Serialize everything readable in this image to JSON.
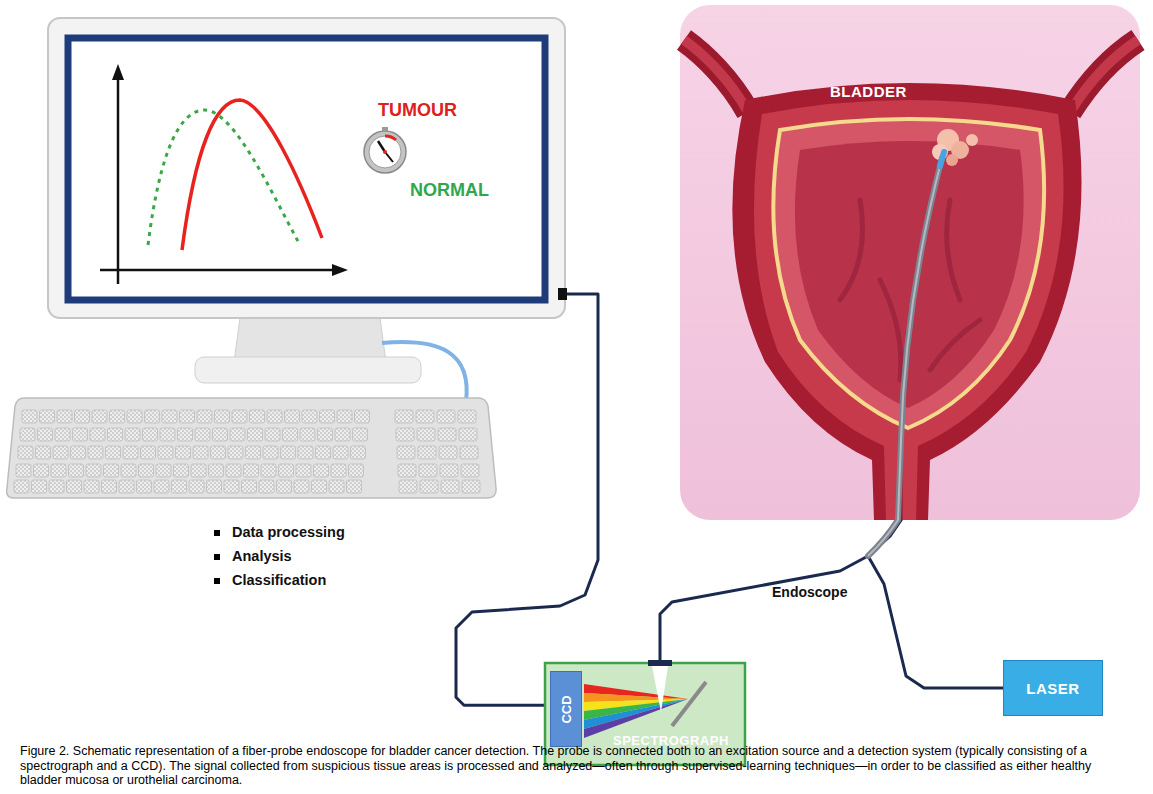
{
  "diagram": {
    "caption": "Figure 2. Schematic representation of a fiber-probe endoscope for bladder cancer detection. The probe is connected both to an excitation source and a detection system (typically consisting of a spectrograph and a CCD). The signal collected from suspicious tissue areas is processed and analyzed—often through supervised-learning techniques—in order to be classified as either healthy bladder mucosa or urothelial carcinoma.",
    "nodes": [
      {
        "text": [
          "TUMOUR",
          "NORMAL"
        ]
      },
      {
        "text": [
          "BLADDER"
        ]
      },
      {
        "text": [
          "SPECTROGRAPH"
        ]
      },
      {
        "text": [
          "CCD"
        ],
        "in": 2
      },
      {
        "text": [
          "LASER"
        ]
      }
    ],
    "edges": [
      {
        "from": 0,
        "to": 3,
        "arrow": "none"
      },
      {
        "from": 2,
        "to": 1,
        "arrow": "none"
      },
      {
        "from": 4,
        "to": 1,
        "arrow": "none"
      }
    ],
    "labels": [
      "Data processing",
      "Analysis",
      "Classification",
      "Endoscope"
    ]
  }
}
